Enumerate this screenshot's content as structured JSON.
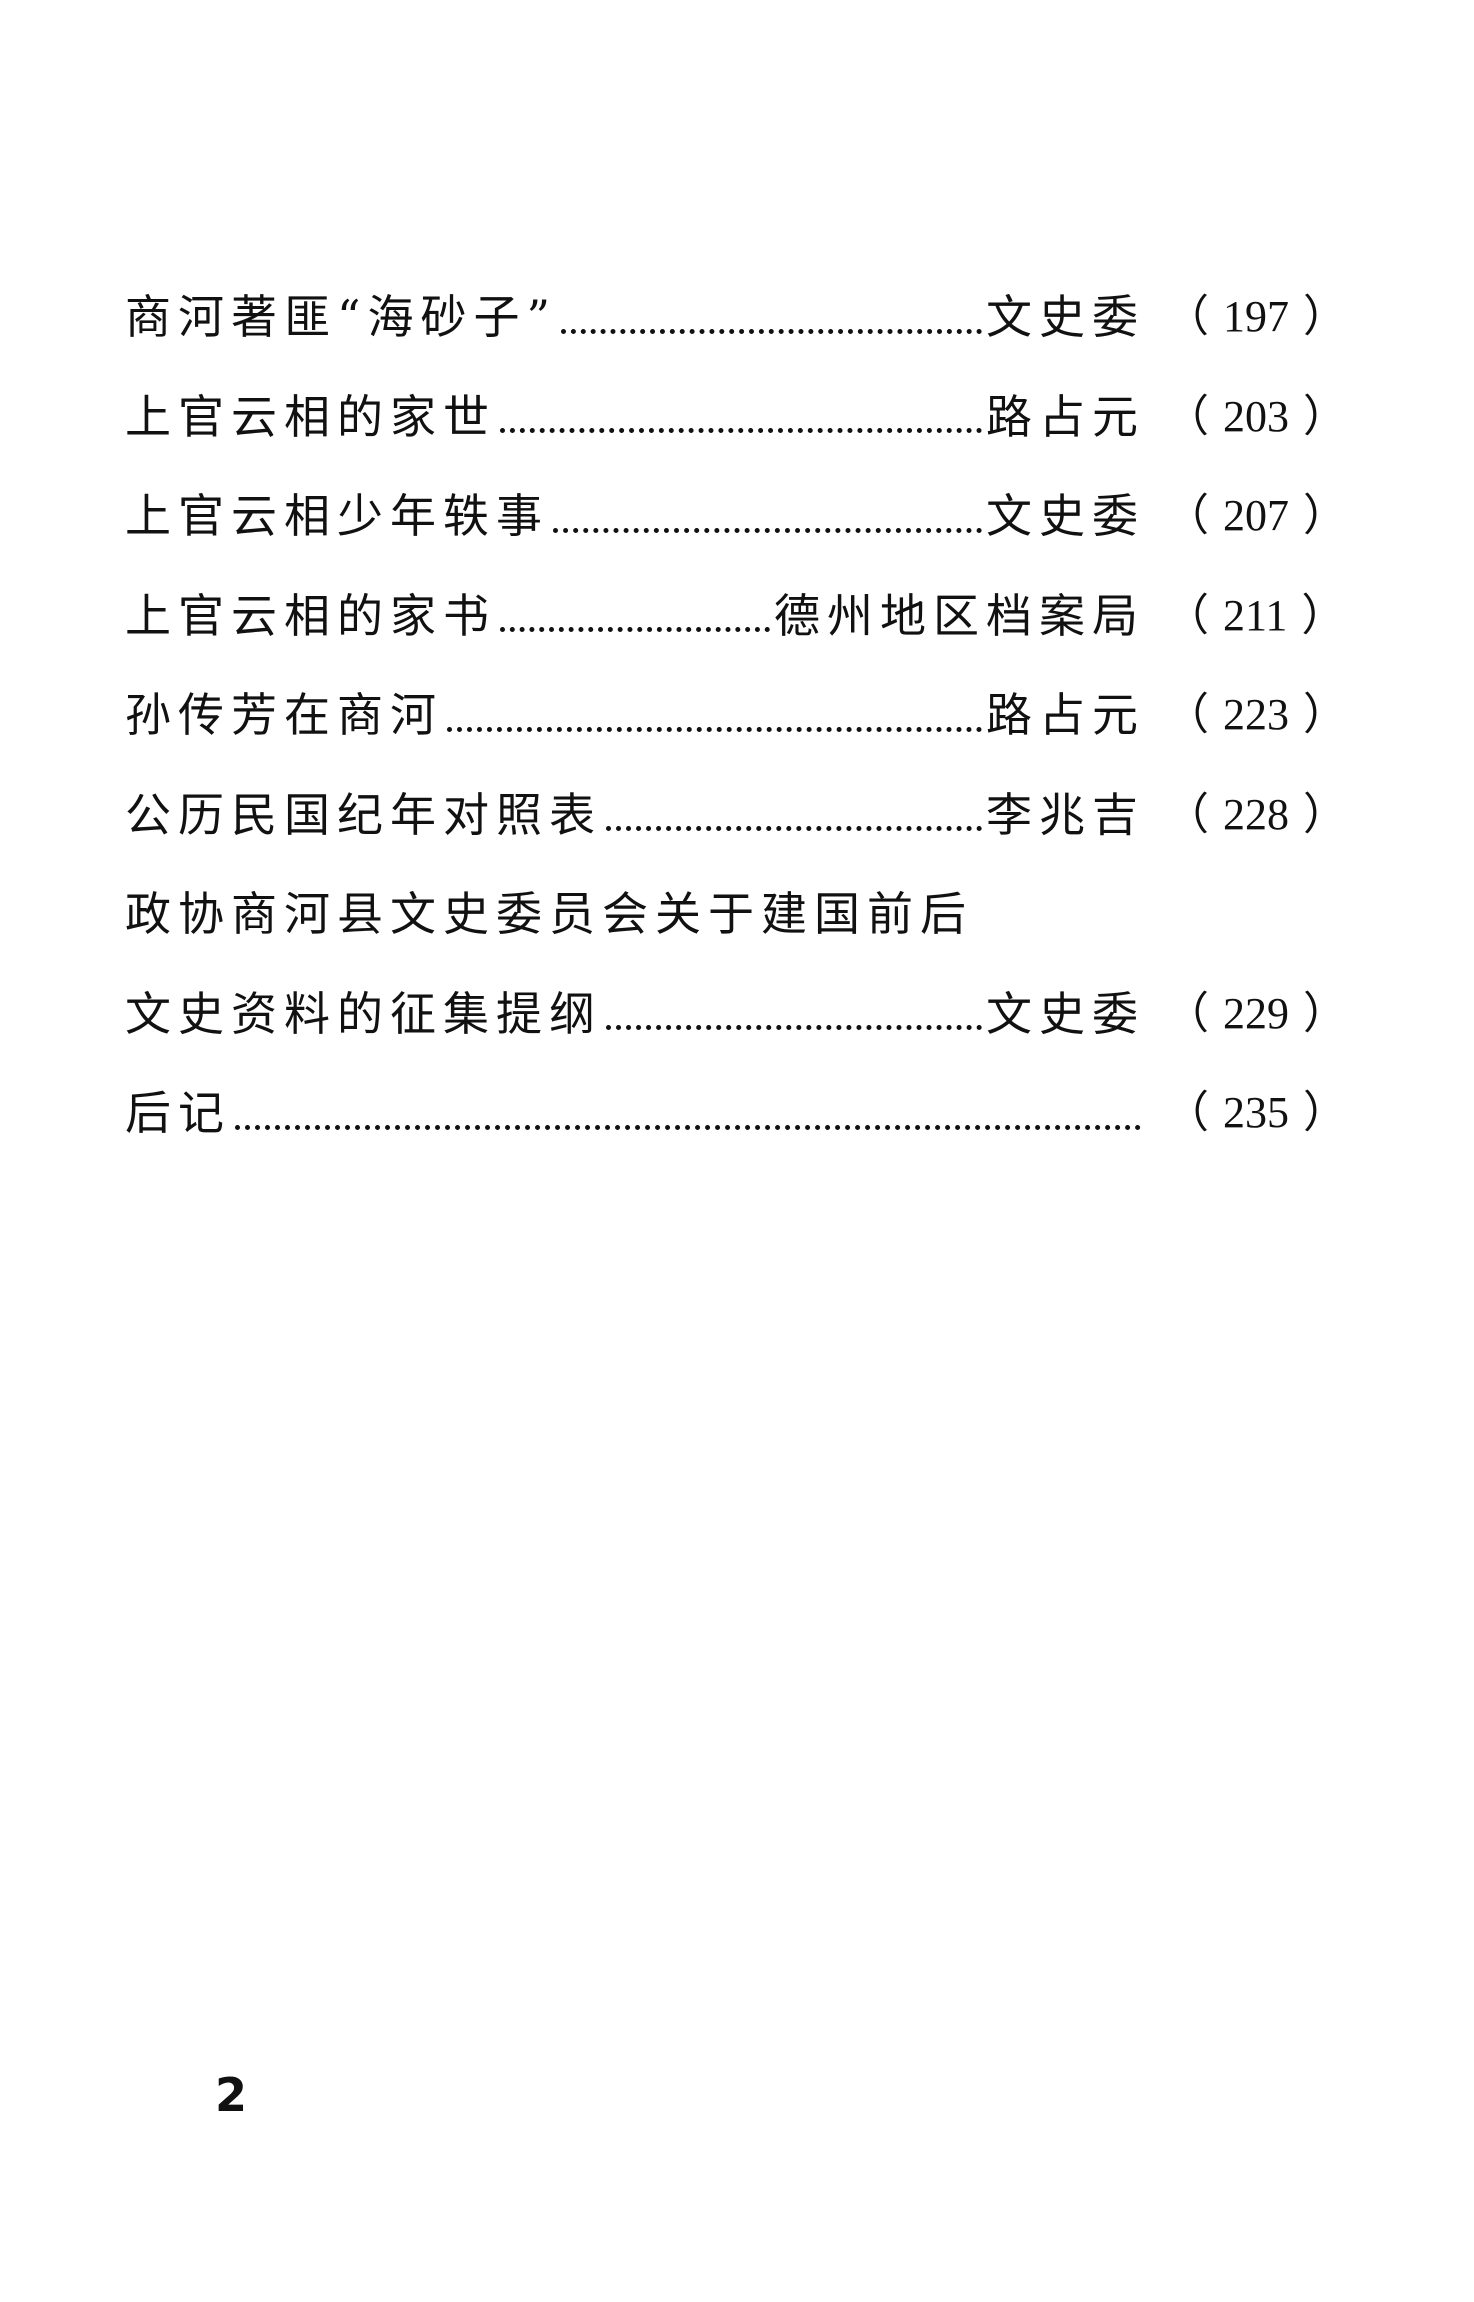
{
  "toc": [
    {
      "title": "商河著匪“海砂子”",
      "author": "文史委",
      "page": "197"
    },
    {
      "title": "上官云相的家世",
      "author": "路占元",
      "page": "203"
    },
    {
      "title": "上官云相少年轶事",
      "author": "文史委",
      "page": "207"
    },
    {
      "title": "上官云相的家书",
      "author": "德州地区档案局",
      "page": "211"
    },
    {
      "title": "孙传芳在商河",
      "author": "路占元",
      "page": "223"
    },
    {
      "title": "公历民国纪年对照表",
      "author": "李兆吉",
      "page": "228"
    },
    {
      "title": "政协商河县文史委员会关于建国前后"
    },
    {
      "title": "文史资料的征集提纲",
      "author": "文史委",
      "page": "229"
    },
    {
      "title": "后记",
      "author": "",
      "page": "235"
    }
  ],
  "page_number": "2"
}
